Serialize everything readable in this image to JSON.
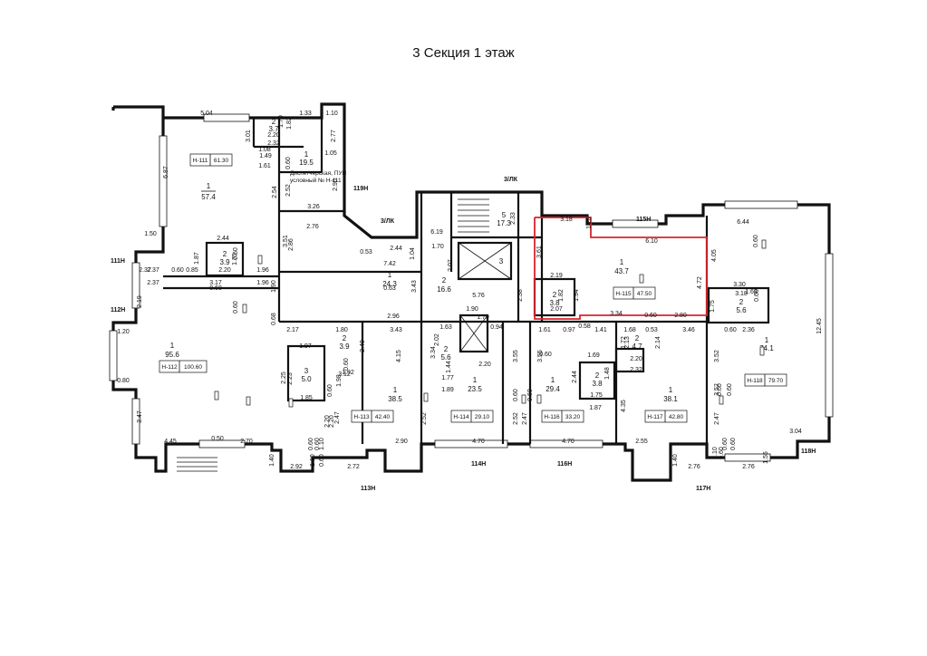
{
  "title": "3 Секция 1 этаж",
  "rooms": [
    {
      "id": "r1",
      "num": "1",
      "area": "57.4"
    },
    {
      "id": "r2",
      "num": "2",
      "area": "3.7"
    },
    {
      "id": "r3",
      "num": "1",
      "area": "19.5"
    },
    {
      "id": "r4",
      "num": "2",
      "area": "3.9"
    },
    {
      "id": "r5",
      "num": "1",
      "area": "24.3"
    },
    {
      "id": "r6",
      "num": "1",
      "area": "95.6"
    },
    {
      "id": "r7",
      "num": "2",
      "area": "3.9"
    },
    {
      "id": "r8",
      "num": "3",
      "area": "5.0"
    },
    {
      "id": "r9",
      "num": "1",
      "area": "38.5"
    },
    {
      "id": "r10",
      "num": "5",
      "area": "17.3"
    },
    {
      "id": "r11",
      "num": "2",
      "area": "16.6"
    },
    {
      "id": "r12",
      "num": "2",
      "area": "5.6"
    },
    {
      "id": "r13",
      "num": "1",
      "area": "23.5"
    },
    {
      "id": "r14",
      "num": "1",
      "area": "29.4"
    },
    {
      "id": "r15",
      "num": "2",
      "area": "3.8"
    },
    {
      "id": "r16",
      "num": "1",
      "area": "43.7"
    },
    {
      "id": "r17",
      "num": "2",
      "area": "3.8"
    },
    {
      "id": "r18",
      "num": "2",
      "area": "4.7"
    },
    {
      "id": "r19",
      "num": "1",
      "area": "38.1"
    },
    {
      "id": "r20",
      "num": "2",
      "area": "5.6"
    },
    {
      "id": "r21",
      "num": "1",
      "area": "74.1"
    }
  ],
  "stair_number": "3",
  "unit_boxes": [
    {
      "id": "H-111",
      "code": "Н-111",
      "area": "61.30"
    },
    {
      "id": "H-112",
      "code": "Н-112",
      "area": "100.60"
    },
    {
      "id": "H-113",
      "code": "Н-113",
      "area": "42.40"
    },
    {
      "id": "H-114",
      "code": "Н-114",
      "area": "29.10"
    },
    {
      "id": "H-116",
      "code": "Н-116",
      "area": "33.20"
    },
    {
      "id": "H-117",
      "code": "Н-117",
      "area": "42.80"
    },
    {
      "id": "H-115",
      "code": "Н-115",
      "area": "47.50"
    },
    {
      "id": "H-118",
      "code": "Н-118",
      "area": "79.70"
    }
  ],
  "entrances": [
    "111Н",
    "112Н",
    "113Н",
    "114Н",
    "116Н",
    "117Н",
    "118Н",
    "119Н",
    "115Н",
    "3/ЛК",
    "3/ЛК"
  ],
  "dispatcher_note": [
    "Диспетчерская, ПУИ",
    "условный № Н-111"
  ],
  "dims": [
    "5.04",
    "1.33",
    "1.10",
    "1.70",
    "1.82",
    "2.20",
    "2.32",
    "2.77",
    "3.01",
    "1.08",
    "1.49",
    "1.05",
    "6.87",
    "1.61",
    "0.60",
    "2.54",
    "2.52",
    "2.90",
    "3.51",
    "1.50",
    "2.37",
    "2.44",
    "1.87",
    "1.75",
    "2.20",
    "0.60",
    "2.37",
    "0.60",
    "0.85",
    "1.96",
    "2.37",
    "3.17",
    "0.60",
    "1.96",
    "2.19",
    "1.90",
    "0.60",
    "0.68",
    "1.20",
    "0.80",
    "3.47",
    "2.76",
    "0.53",
    "2.44",
    "1.04",
    "1.70",
    "2.07",
    "3.43",
    "7.42",
    "2.86",
    "3.26",
    "0.63",
    "6.19",
    "2.33",
    "5.76",
    "2.38",
    "1.90",
    "1.79",
    "1.63",
    "0.94",
    "2.17",
    "1.80",
    "2.96",
    "3.43",
    "1.97",
    "2.40",
    "3.12",
    "0.60",
    "4.15",
    "3.34",
    "2.02",
    "1.44",
    "1.77",
    "1.89",
    "2.20",
    "3.55",
    "0.60",
    "2.25",
    "2.23",
    "1.85",
    "1.92",
    "1.98",
    "0.60",
    "2.20",
    "2.47",
    "2.52",
    "2.52",
    "2.47",
    "3.55",
    "0.60",
    "1.61",
    "0.97",
    "0.58",
    "1.41",
    "1.68",
    "0.53",
    "1.69",
    "2.13",
    "2.14",
    "2.44",
    "2.20",
    "2.32",
    "1.75",
    "1.48",
    "1.87",
    "4.35",
    "3.52",
    "0.60",
    "2.47",
    "1.72",
    "3.46",
    "3.61",
    "3.18",
    "1.20",
    "6.10",
    "2.19",
    "1.82",
    "1.94",
    "2.07",
    "3.34",
    "0.60",
    "2.80",
    "4.72",
    "4.05",
    "6.44",
    "0.60",
    "3.30",
    "3.18",
    "1.63",
    "1.75",
    "2.36",
    "0.60",
    "0.60",
    "12.45",
    "3.04",
    "1.55",
    "4.45",
    "0.50",
    "2.70",
    "1.40",
    "2.92",
    "1.10",
    "0.60",
    "2.72",
    "2.90",
    "4.70",
    "4.70",
    "2.55",
    "1.40",
    "2.76",
    "1.10",
    "0.60",
    "2.76",
    "0.60",
    "2.20",
    "0.60",
    "0.60",
    "1.10",
    "0.60",
    "0.60",
    "3.52",
    "0.60"
  ]
}
